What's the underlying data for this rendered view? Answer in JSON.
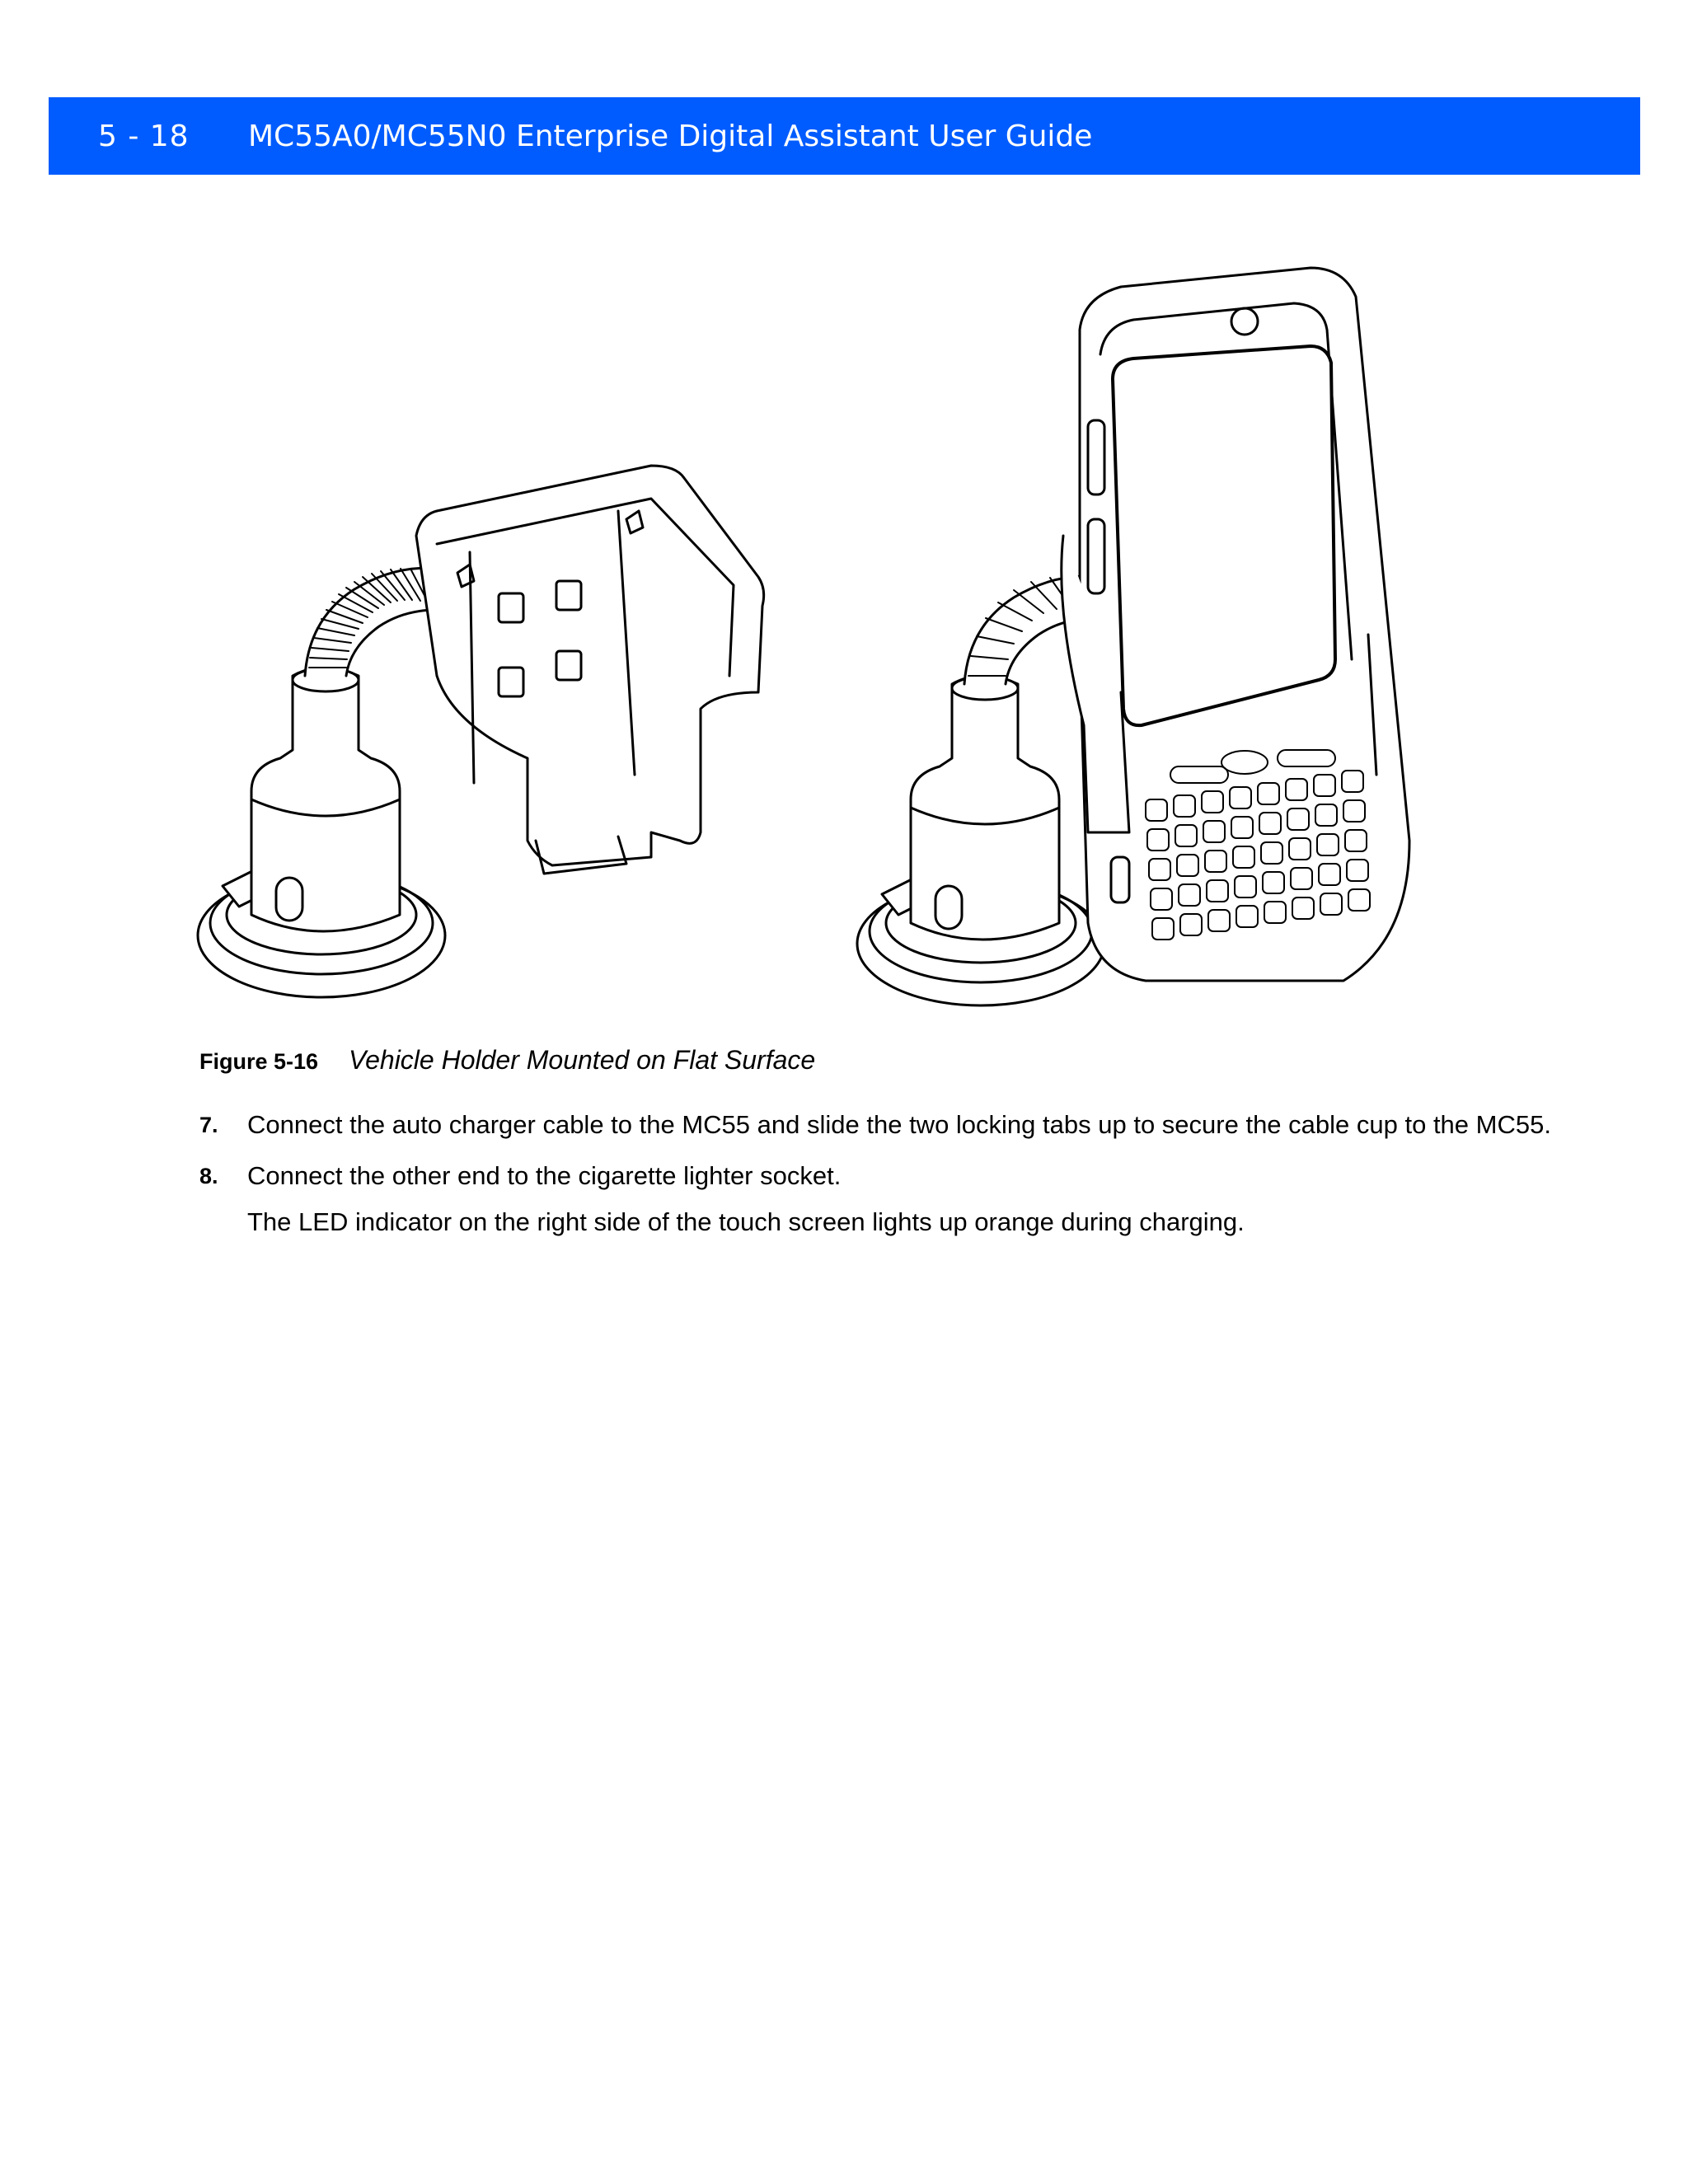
{
  "header": {
    "page_number": "5 - 18",
    "title": "MC55A0/MC55N0 Enterprise Digital Assistant User Guide",
    "bar_color": "#005cff"
  },
  "figure": {
    "label": "Figure 5-16",
    "title": "Vehicle Holder Mounted on Flat Surface"
  },
  "steps": [
    {
      "number": "7.",
      "text": "Connect the auto charger cable to the MC55 and slide the two locking tabs up to secure the cable cup to the MC55."
    },
    {
      "number": "8.",
      "text": "Connect the other end to the cigarette lighter socket.",
      "note": "The LED indicator on the right side of the touch screen lights up orange during charging."
    }
  ]
}
